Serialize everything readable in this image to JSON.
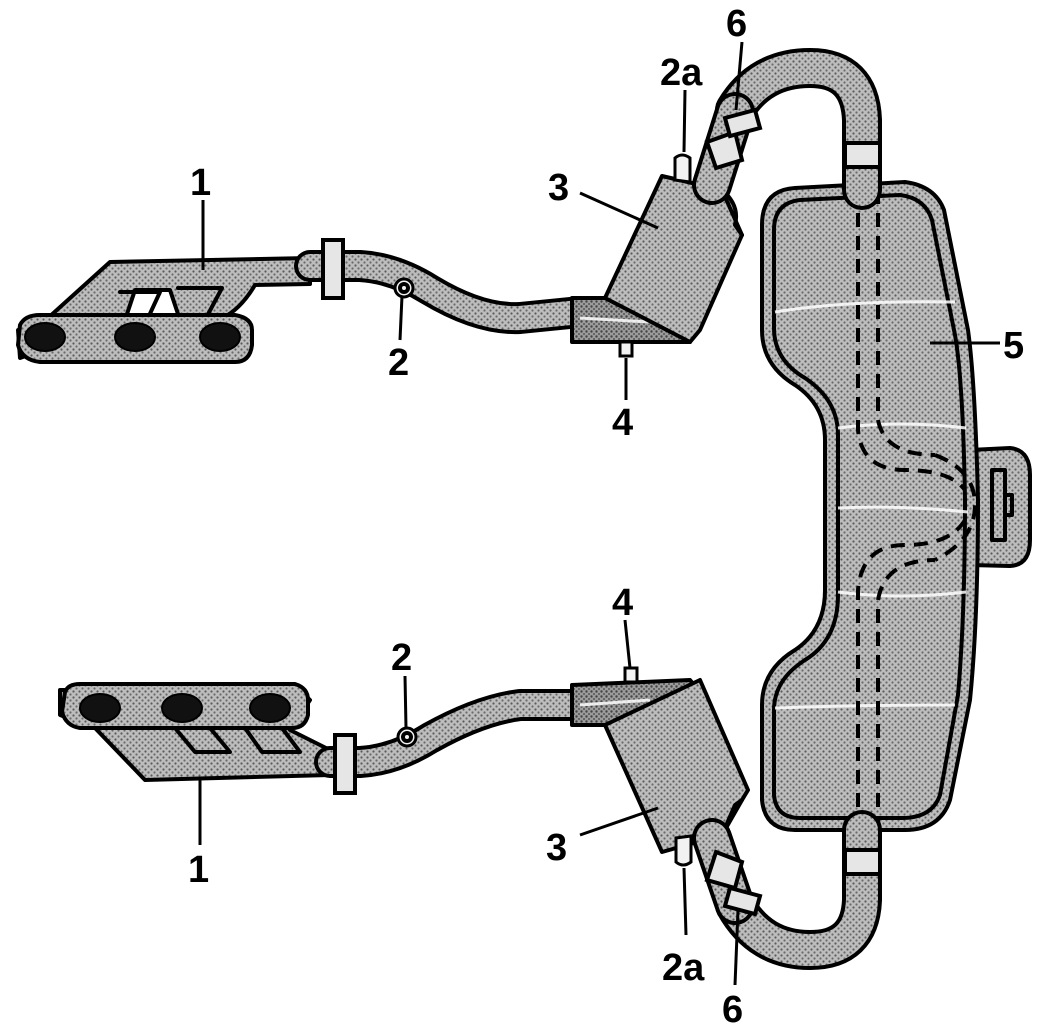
{
  "diagram": {
    "callouts": {
      "exhaust_manifold_top": "1",
      "exhaust_manifold_bottom": "1",
      "lambda_sensor_top": "2",
      "lambda_sensor_bottom": "2",
      "lambda_sensor_after_top": "2a",
      "lambda_sensor_after_bottom": "2a",
      "catalytic_converter_top": "3",
      "catalytic_converter_bottom": "3",
      "test_pipe_top": "4",
      "test_pipe_bottom": "4",
      "rear_silencer": "5",
      "connecting_sleeve_top": "6",
      "connecting_sleeve_bottom": "6"
    }
  }
}
